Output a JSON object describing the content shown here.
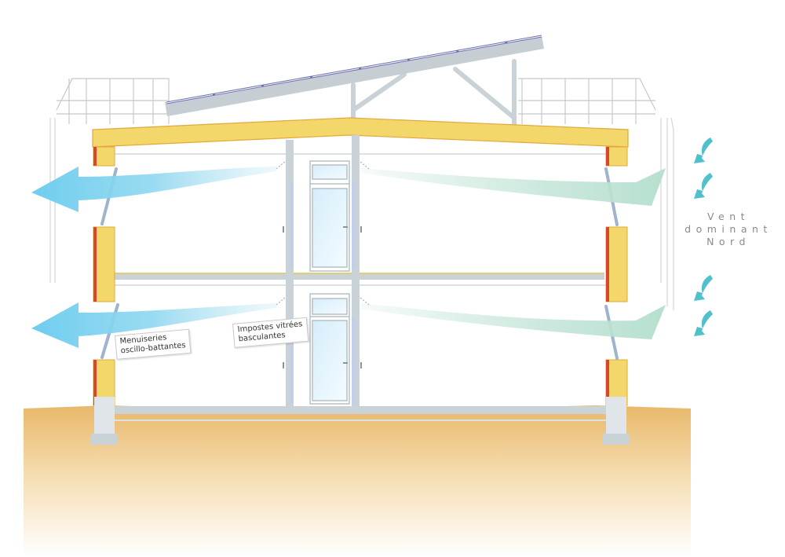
{
  "labels": {
    "menuiseries": [
      "Menuiseries",
      "oscillo-battantes"
    ],
    "impostes": [
      "Impostes vitrées",
      "basculantes"
    ]
  },
  "wind": {
    "lines": [
      "Vent",
      "dominant",
      "Nord"
    ]
  },
  "colors": {
    "timber": "#f3d76a",
    "timber_edge": "#e2a93a",
    "insulation_red": "#d8472c",
    "steel": "#bcc6cc",
    "solar_panel": "#6b6fae",
    "airflow_exit": "#6fcdef",
    "airflow_inlet": "#bfe3d4",
    "wind_arrow": "#4fc0cc",
    "ground_top": "#e8b86a",
    "ground_bottom": "#ffffff",
    "text_gray": "#8a8a8a"
  }
}
